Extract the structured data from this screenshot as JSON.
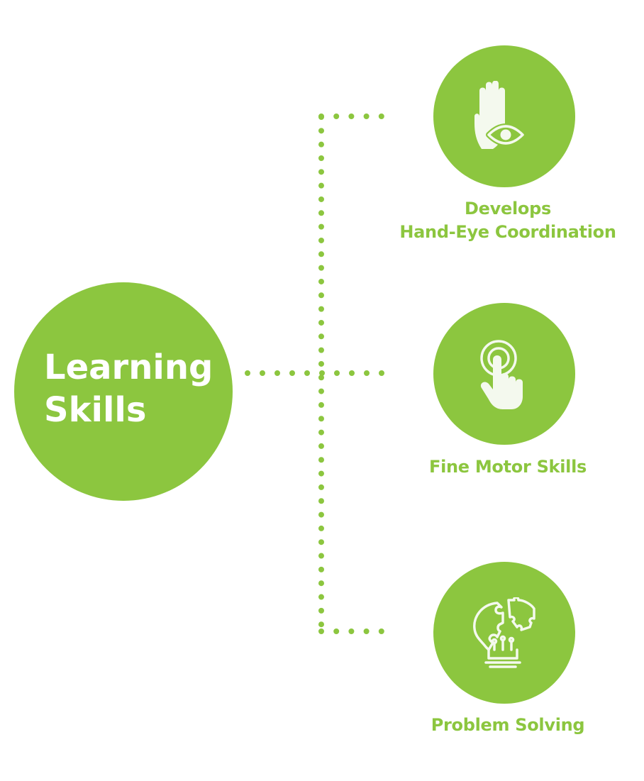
{
  "colors": {
    "accent": "#8cc63f",
    "icon": "#f4f9ee",
    "background": "#ffffff"
  },
  "main": {
    "title": "Learning\nSkills"
  },
  "nodes": [
    {
      "label": "Develops\nHand-Eye Coordination",
      "icon": "hand-eye-icon"
    },
    {
      "label": "Fine Motor Skills",
      "icon": "finger-tap-icon"
    },
    {
      "label": "Problem Solving",
      "icon": "lightbulb-puzzle-icon"
    }
  ]
}
